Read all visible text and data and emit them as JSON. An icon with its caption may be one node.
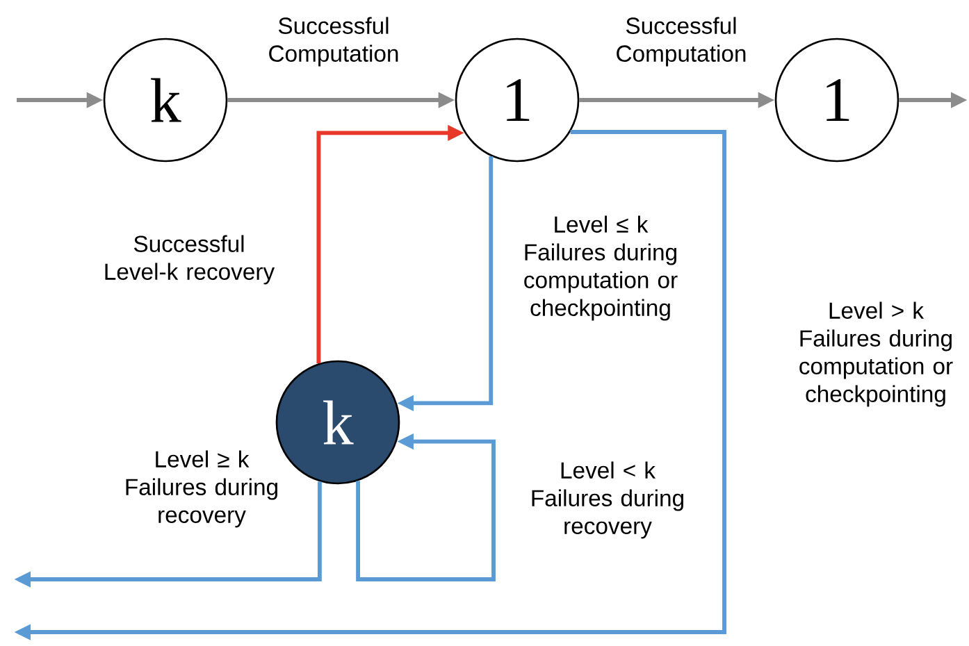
{
  "diagram": {
    "nodes": [
      {
        "text": [
          "k"
        ]
      },
      {
        "text": [
          "1"
        ]
      },
      {
        "text": [
          "1"
        ]
      },
      {
        "text": [
          "k"
        ]
      }
    ],
    "edges": [
      {
        "from": null,
        "to": 0,
        "arrow": "to",
        "color": "#8c8c8c"
      },
      {
        "from": 0,
        "to": 1,
        "arrow": "to",
        "label": "Successful Computation",
        "color": "#8c8c8c"
      },
      {
        "from": 1,
        "to": 2,
        "arrow": "to",
        "label": "Successful Computation",
        "color": "#8c8c8c"
      },
      {
        "from": 2,
        "to": null,
        "arrow": "to",
        "color": "#8c8c8c"
      },
      {
        "from": 3,
        "to": 1,
        "arrow": "to",
        "label": "Successful Level-k recovery",
        "color": "#e8382a"
      },
      {
        "from": 1,
        "to": 3,
        "arrow": "to",
        "label": "Level ≤ k Failures during computation or checkpointing",
        "color": "#5b9bd5"
      },
      {
        "from": 3,
        "to": 3,
        "arrow": "to",
        "label": "Level < k Failures during recovery",
        "color": "#5b9bd5"
      },
      {
        "from": 3,
        "to": null,
        "arrow": "to",
        "label": "Level ≥ k Failures during recovery",
        "color": "#5b9bd5"
      },
      {
        "from": 1,
        "to": null,
        "arrow": "to",
        "label": "Level > k Failures during computation or checkpointing",
        "color": "#5b9bd5"
      }
    ]
  }
}
